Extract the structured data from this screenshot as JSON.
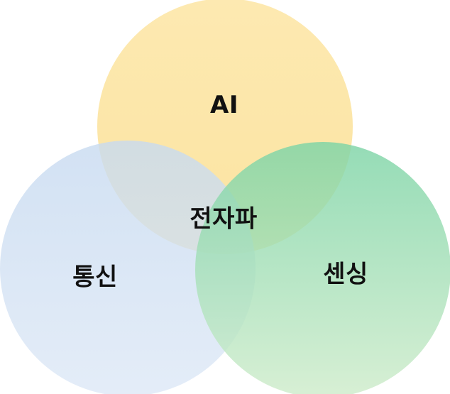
{
  "diagram": {
    "sets": [
      {
        "id": "ai",
        "label": "AI",
        "color_top": "#fde7a8",
        "color_bottom": "#fbe3a0"
      },
      {
        "id": "communication",
        "label": "통신",
        "color_top": "#c9dcf0",
        "color_bottom": "#dbe7f5"
      },
      {
        "id": "sensing",
        "label": "센싱",
        "color_top": "#7fd6a6",
        "color_bottom": "#c9ecc9"
      }
    ],
    "intersection_label": "전자파",
    "overlap_colors": {
      "ai_comm": "#d6dcc6",
      "ai_sensing": "#8fd087",
      "comm_sensing": "#7fcfa6"
    }
  }
}
